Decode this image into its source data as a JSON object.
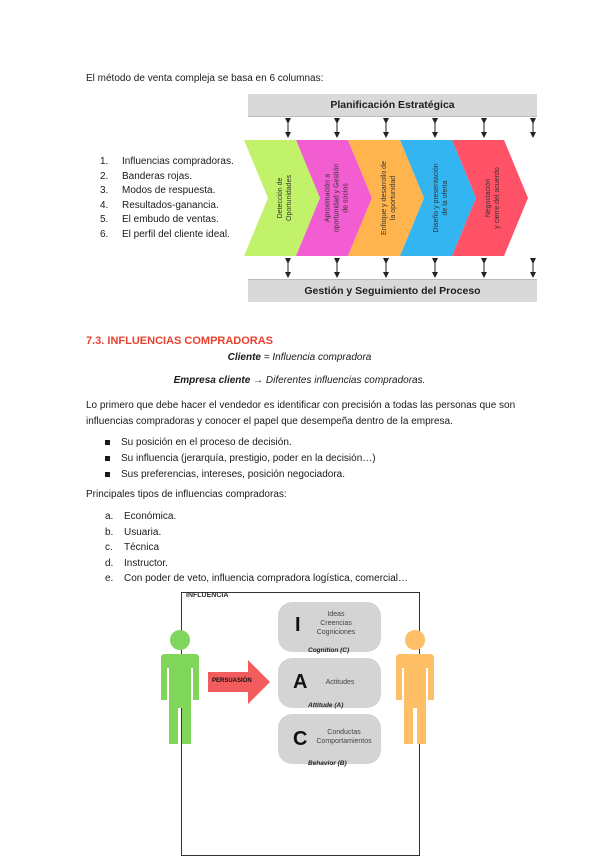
{
  "intro": "El método de venta compleja se basa en 6 columnas:",
  "diagram": {
    "top_bar": "Planificación Estratégica",
    "bottom_bar": "Gestión y Seguimiento del Proceso",
    "columns": [
      {
        "lines": [
          "Detección de",
          "Oportunidades"
        ],
        "color": "#c2f26a"
      },
      {
        "lines": [
          "Aproximación a",
          "oportunidad y Gestión",
          "de socios"
        ],
        "color": "#f25dd2"
      },
      {
        "lines": [
          "Enfoque y desarrollo de",
          "la oportunidad"
        ],
        "color": "#ffb44d"
      },
      {
        "lines": [
          "Diseño y presentación",
          "de la oferta"
        ],
        "color": "#33b5f2"
      },
      {
        "lines": [
          "Negociación",
          "y cierre del acuerdo"
        ],
        "color": "#ff5266"
      }
    ]
  },
  "columns_list": [
    {
      "num": "1.",
      "text": "Influencias compradoras."
    },
    {
      "num": "2.",
      "text": "Banderas rojas."
    },
    {
      "num": "3.",
      "text": "Modos de respuesta."
    },
    {
      "num": "4.",
      "text": "Resultados-ganancia."
    },
    {
      "num": "5.",
      "text": "El embudo de ventas."
    },
    {
      "num": "6.",
      "text": "El perfil del cliente ideal."
    }
  ],
  "section_heading": "7.3. INFLUENCIAS COMPRADORAS",
  "def1": {
    "bold": "Cliente",
    "rest": " = Influencia compradora"
  },
  "def2": {
    "bold": "Empresa cliente",
    "rest": " → Diferentes influencias compradoras."
  },
  "paragraph": "Lo primero que debe hacer el vendedor es identificar con precisión a todas las personas que son influencias compradoras y conocer el papel que desempeña dentro de la empresa.",
  "bullets": [
    "Su posición en el proceso de decisión.",
    "Su influencia (jerarquía, prestigio, poder en la decisión…)",
    "Sus preferencias, intereses, posición negociadora."
  ],
  "types_heading": "Principales tipos de influencias compradoras:",
  "types": [
    {
      "num": "a.",
      "text": "Económica."
    },
    {
      "num": "b.",
      "text": "Usuaria."
    },
    {
      "num": "c.",
      "text": "Técnica"
    },
    {
      "num": "d.",
      "text": "Instructor."
    },
    {
      "num": "e.",
      "text": "Con poder de veto, influencia compradora logística, comercial…"
    }
  ],
  "influence": {
    "label": "INFLUENCIA",
    "arrow_label": "PERSUASIÓN",
    "stages": [
      {
        "letter": "I",
        "lines": [
          "Ideas",
          "Creencias",
          "Cogniciones"
        ],
        "caption": "Cognition (C)"
      },
      {
        "letter": "A",
        "lines": [
          "Actitudes"
        ],
        "caption": "Attitude (A)"
      },
      {
        "letter": "C",
        "lines": [
          "Conductas",
          "Comportamientos"
        ],
        "caption": "Behavior (B)"
      }
    ],
    "left_person_color": "#7fd65a",
    "right_person_color": "#ffbf66",
    "arrow_color": "#f25c5c"
  }
}
